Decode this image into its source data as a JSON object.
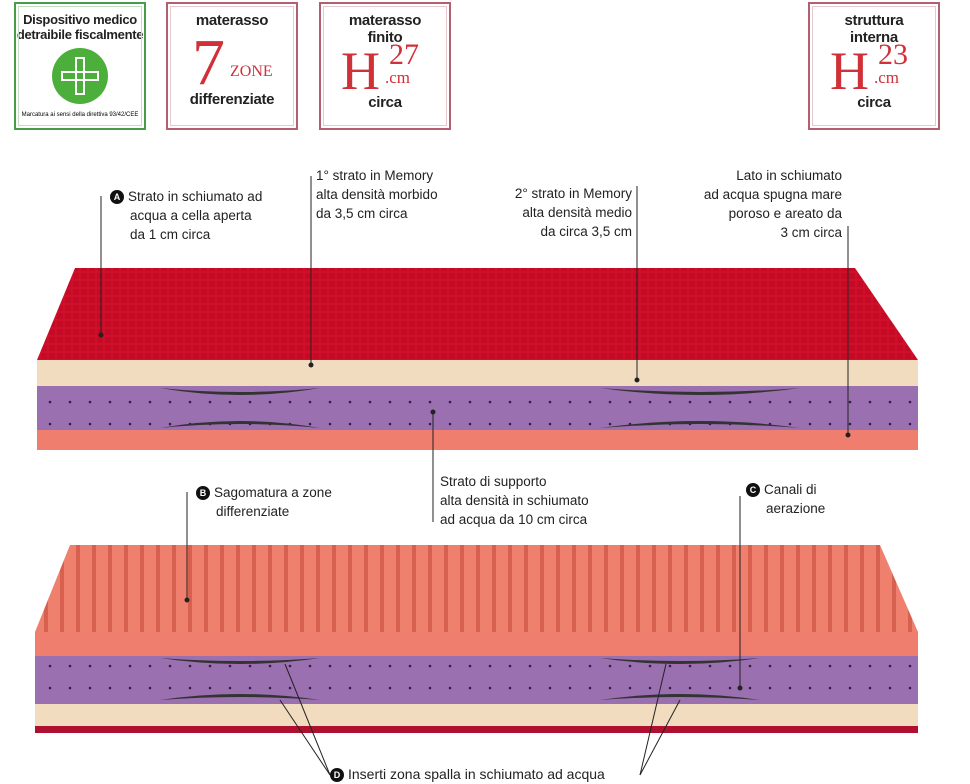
{
  "badges": {
    "medical": {
      "line1": "Dispositivo medico",
      "line2": "detraibile fiscalmente",
      "note": "Marcatura ai sensi della direttiva 93/42/CEE"
    },
    "zones": {
      "top": "materasso",
      "number": "7",
      "unit": "ZONE",
      "bottom": "differenziate"
    },
    "height_finished": {
      "top1": "materasso",
      "top2": "finito",
      "letter": "H",
      "number": "27",
      "unit": ".cm",
      "bottom": "circa"
    },
    "height_internal": {
      "top1": "struttura",
      "top2": "interna",
      "letter": "H",
      "number": "23",
      "unit": ".cm",
      "bottom": "circa"
    }
  },
  "labels": {
    "a": {
      "marker": "A",
      "lines": [
        "Strato in schiumato ad",
        "acqua a cella aperta",
        "da 1 cm circa"
      ]
    },
    "memory1": {
      "lines": [
        "1° strato in Memory",
        "alta densità morbido",
        "da 3,5 cm circa"
      ]
    },
    "memory2": {
      "lines": [
        "2° strato in Memory",
        "alta densità medio",
        "da circa 3,5 cm"
      ]
    },
    "side": {
      "lines": [
        "Lato in schiumato",
        "ad acqua spugna mare",
        "poroso e areato da",
        "3 cm circa"
      ]
    },
    "support": {
      "lines": [
        "Strato di supporto",
        "alta densità in schiumato",
        "ad acqua da 10 cm circa"
      ]
    },
    "b": {
      "marker": "B",
      "lines": [
        "Sagomatura a zone",
        "differenziate"
      ]
    },
    "c": {
      "marker": "C",
      "lines": [
        "Canali di",
        "aerazione"
      ]
    },
    "d": {
      "marker": "D",
      "lines": [
        "Inserti zona spalla in schiumato ad acqua"
      ]
    }
  },
  "colors": {
    "red": "#d0102a",
    "cream": "#f2dcc0",
    "purple": "#9a70b0",
    "salmon": "#ef7e6e",
    "green": "#4caf3c",
    "badge_red": "#d03038"
  }
}
